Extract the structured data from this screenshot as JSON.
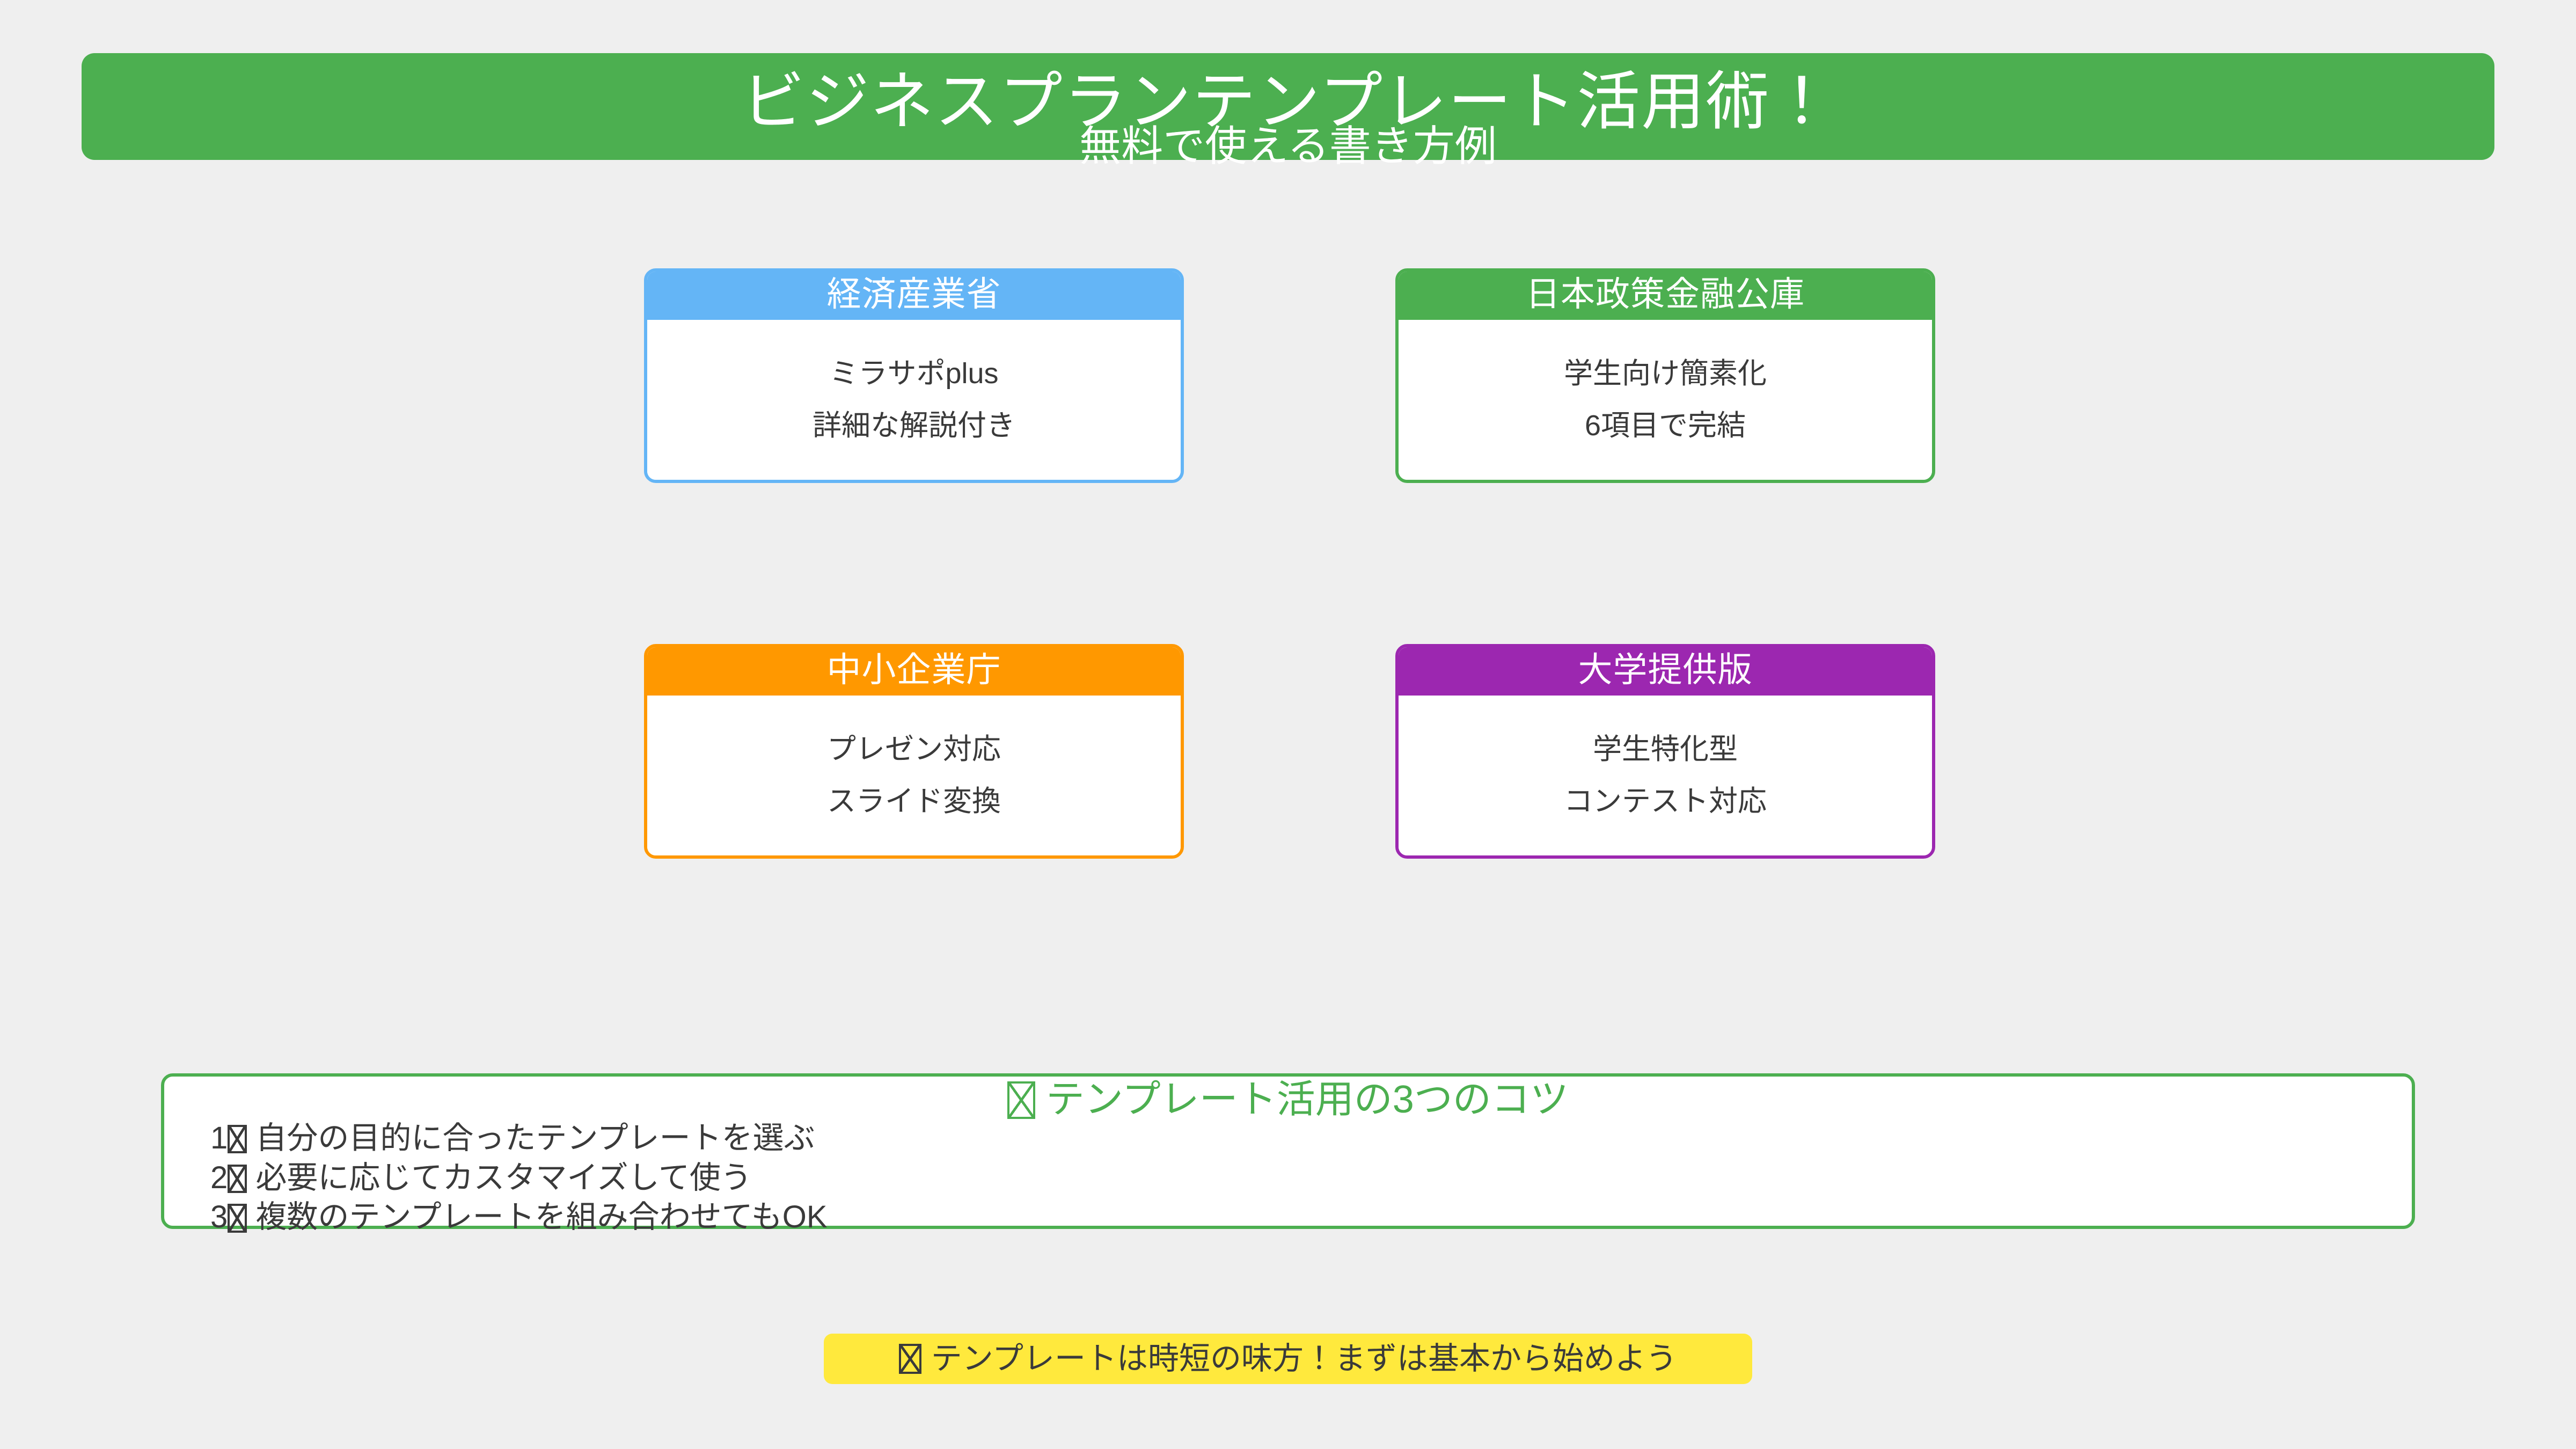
{
  "header": {
    "title": "ビジネスプランテンプレート活用術！",
    "subtitle": "無料で使える書き方例",
    "background_color": "#4CAF50",
    "text_color": "#FFFFFF"
  },
  "page": {
    "background_color": "#EFEFEF",
    "text_color": "#3A3A3A"
  },
  "cards": [
    {
      "title": "経済産業省",
      "line1": "ミラサポplus",
      "line2": "詳細な解説付き",
      "accent_color": "#64B5F6"
    },
    {
      "title": "日本政策金融公庫",
      "line1": "学生向け簡素化",
      "line2": "6項目で完結",
      "accent_color": "#4CAF50"
    },
    {
      "title": "中小企業庁",
      "line1": "プレゼン対応",
      "line2": "スライド変換",
      "accent_color": "#FF9800"
    },
    {
      "title": "大学提供版",
      "line1": "学生特化型",
      "line2": "コンテスト対応",
      "accent_color": "#9C27B0"
    }
  ],
  "tips": {
    "icon": "lightbulb-icon",
    "heading": "テンプレート活用の3つのコツ",
    "heading_color": "#4CAF50",
    "border_color": "#4CAF50",
    "items": [
      {
        "marker": "1",
        "marker_icon": "keycap-one-icon",
        "text": "自分の目的に合ったテンプレートを選ぶ"
      },
      {
        "marker": "2",
        "marker_icon": "keycap-two-icon",
        "text": "必要に応じてカスタマイズして使う"
      },
      {
        "marker": "3",
        "marker_icon": "keycap-three-icon",
        "text": "複数のテンプレートを組み合わせてもOK"
      }
    ]
  },
  "footer": {
    "icon": "sparkles-icon",
    "text": "テンプレートは時短の味方！まずは基本から始めよう",
    "background_color": "#FFE93D",
    "text_color": "#3A3A3A"
  }
}
